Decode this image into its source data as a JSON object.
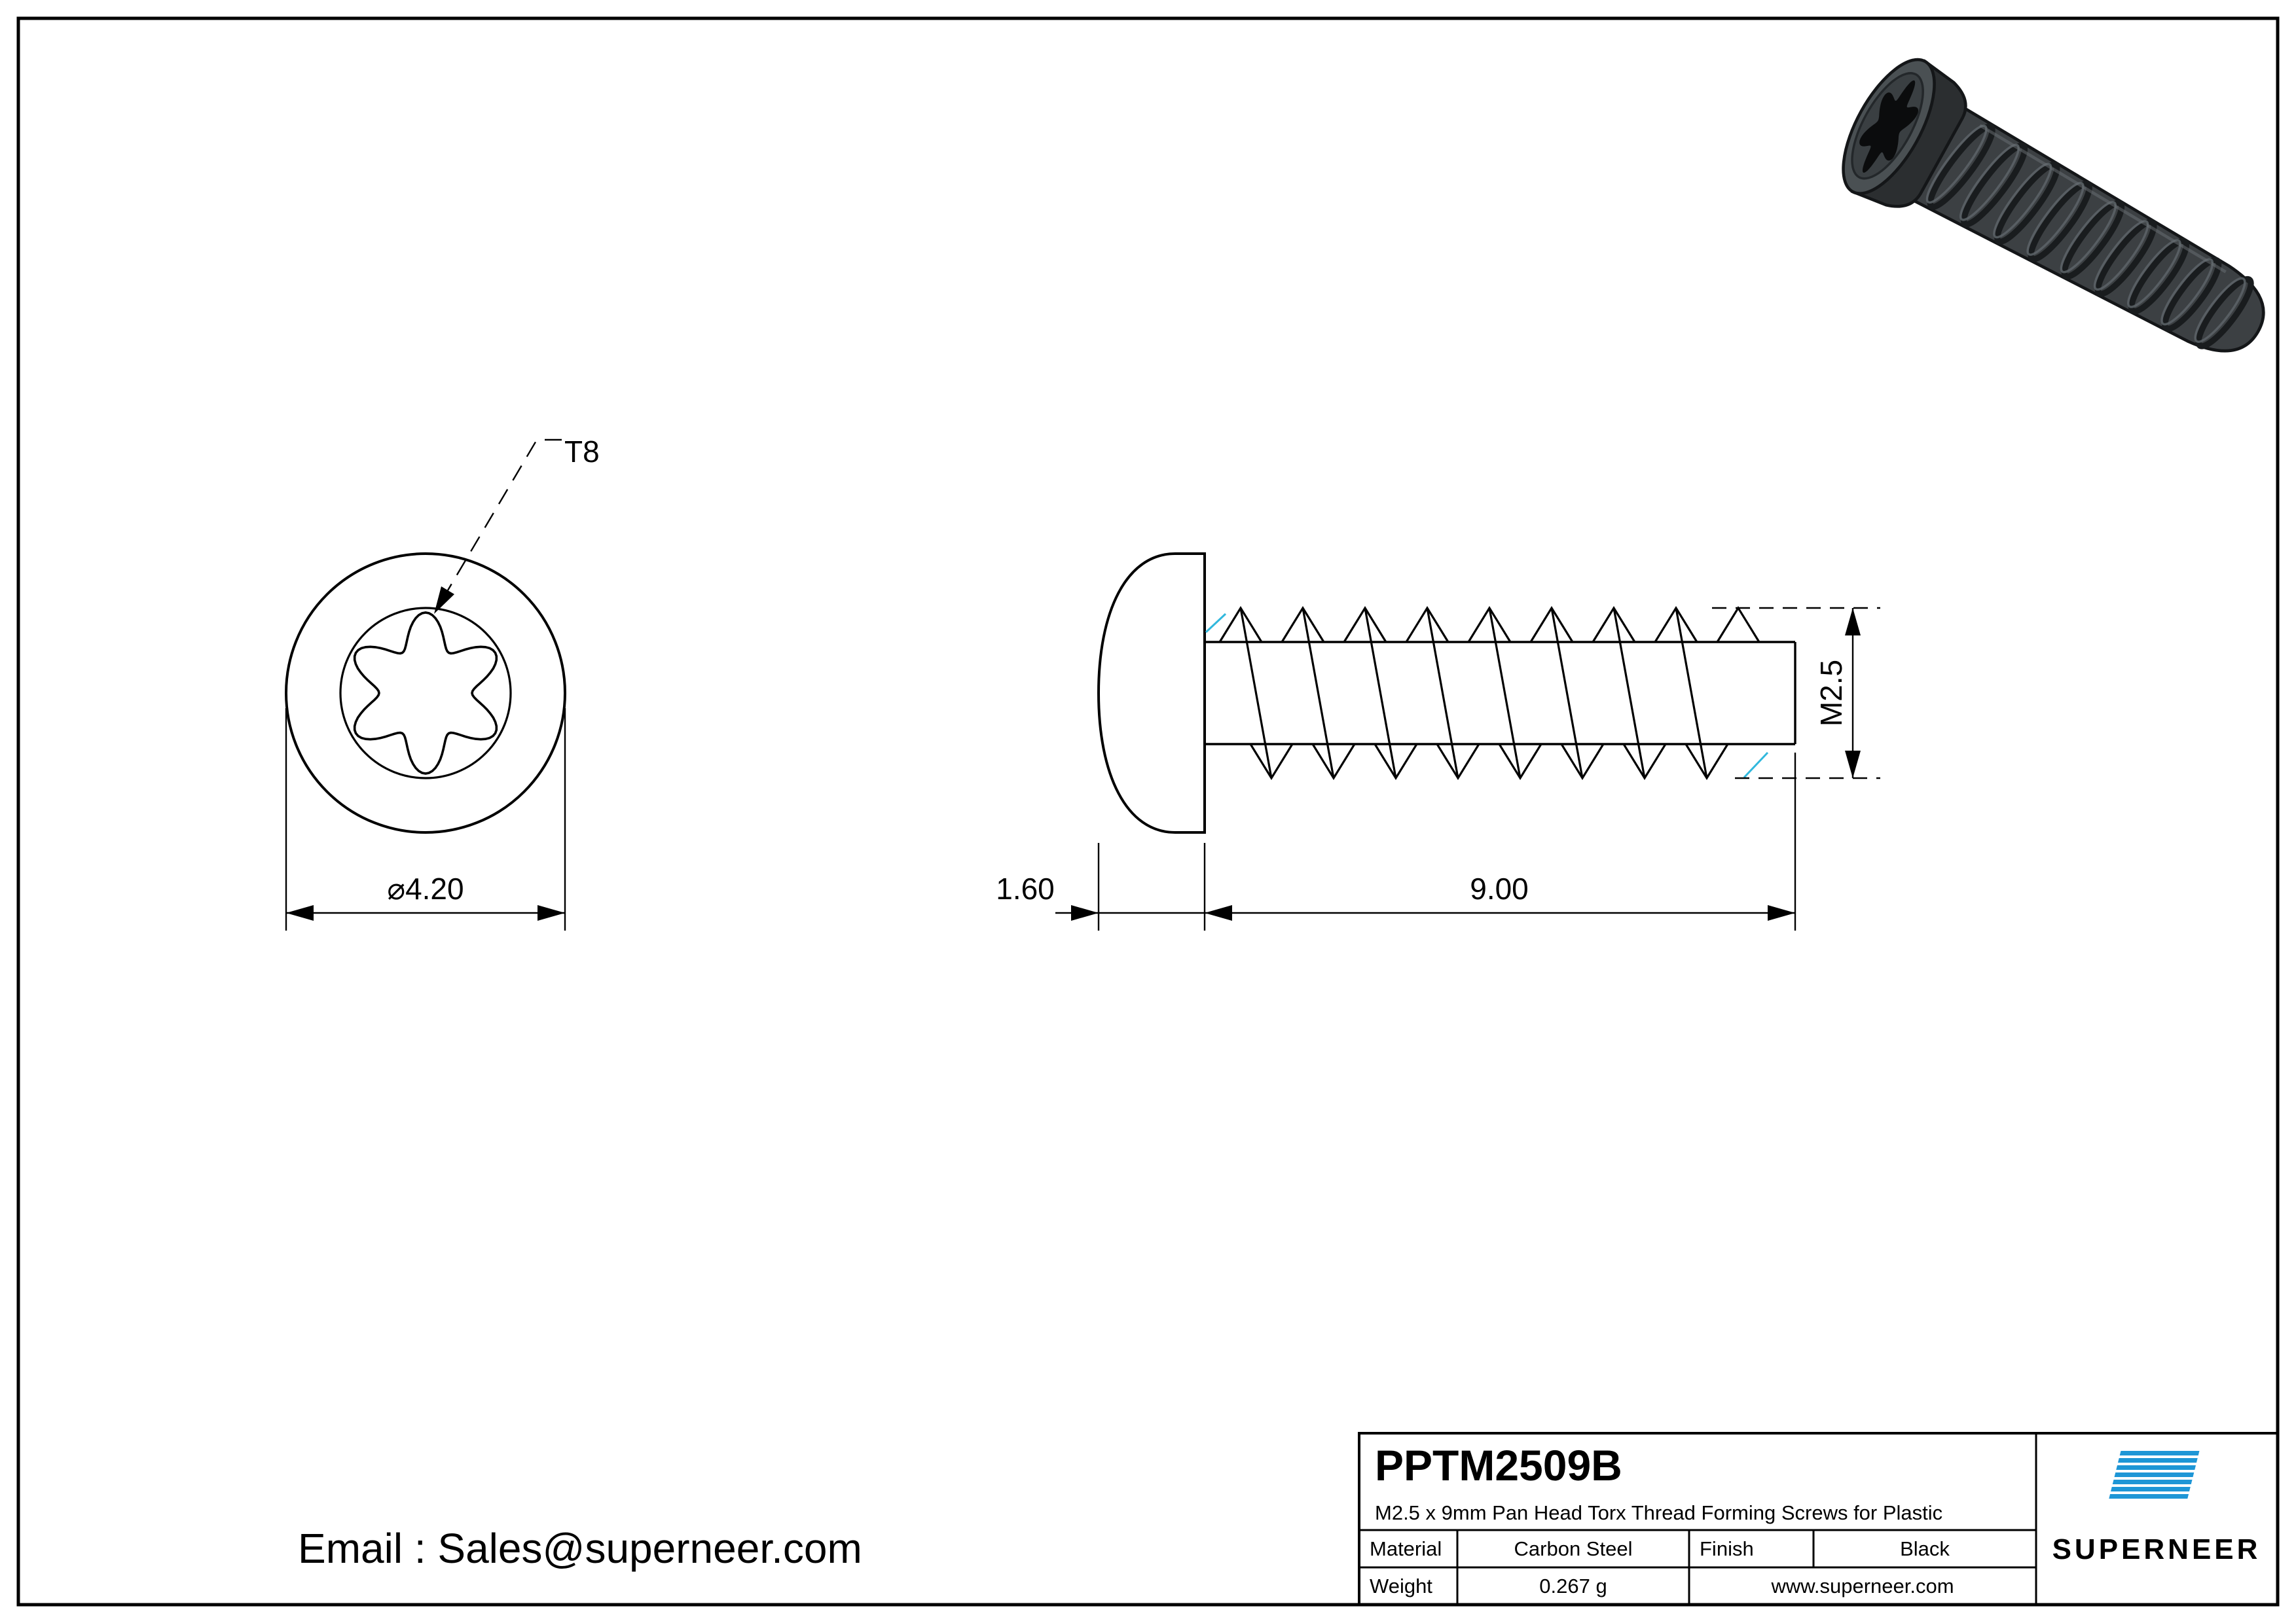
{
  "sheet": {
    "background": "#ffffff",
    "line_color": "#000000"
  },
  "colors": {
    "line": "#000000",
    "brand_blue": "#1e96d6",
    "link_blue": "#1569c7",
    "highlight_cyan": "#31b8dd"
  },
  "annotations": {
    "drive_size": "T8",
    "head_diameter": "⌀4.20",
    "head_height": "1.60",
    "thread_length": "9.00",
    "thread_size": "M2.5"
  },
  "contact": {
    "email": "Email : Sales@superneer.com"
  },
  "title_block": {
    "part_number": "PPTM2509B",
    "description": "M2.5 x 9mm Pan Head Torx Thread Forming Screws for Plastic",
    "material_label": "Material",
    "material_value": "Carbon Steel",
    "finish_label": "Finish",
    "finish_value": "Black",
    "weight_label": "Weight",
    "weight_value": "0.267 g",
    "website": "www.superneer.com",
    "brand_name": "SUPERNEER"
  }
}
